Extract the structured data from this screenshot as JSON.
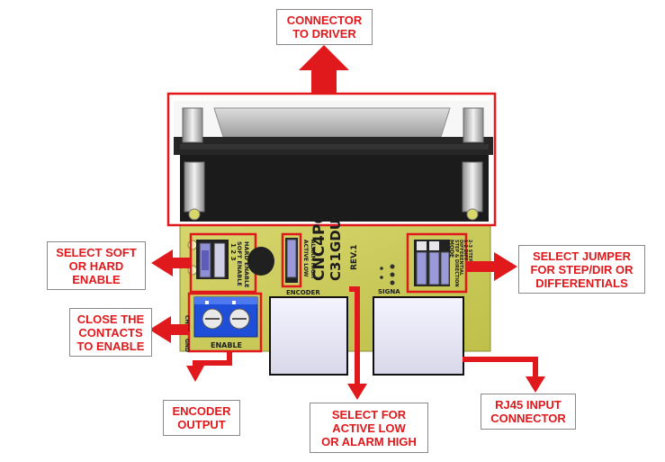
{
  "labels": {
    "connector_driver": [
      "CONNECTOR",
      "TO DRIVER"
    ],
    "soft_hard": [
      "SELECT SOFT",
      "OR HARD",
      "ENABLE"
    ],
    "close_contacts": [
      "CLOSE THE",
      "CONTACTS",
      "TO ENABLE"
    ],
    "step_dir": [
      "SELECT JUMPER",
      "FOR STEP/DIR OR",
      "DIFFERENTIALS"
    ],
    "encoder_output": [
      "ENCODER",
      "OUTPUT"
    ],
    "active_low": [
      "SELECT FOR",
      "ACTIVE LOW",
      "OR ALARM HIGH"
    ],
    "rj45": [
      "Rj45 INPUT",
      "CONNECTOR"
    ]
  },
  "board": {
    "title": "CNC4PC",
    "model": "C31GDU",
    "rev": "REV.1",
    "enable_silk": "ENABLE",
    "encoder_silk": "ENCODER",
    "signal_silk": "SIGNA",
    "jumper_soft": "SOFT ENABLE",
    "jumper_hard": "HARD ENABLE",
    "jumper_active": "ACTIVE LOW",
    "jumper_alarm": "ALARM HIGH",
    "mode_silk": "MODE",
    "mode_1": "STEP & DIRECTION",
    "mode_2": "DIFFERENTIAL",
    "mode_3": "1-2 DIFF",
    "mode_4": "2-3 STEP DIR",
    "pins_123": "1 2 3",
    "chck": "CHCK",
    "gnd": "GND"
  },
  "colors": {
    "accent_red": "#e0191c",
    "pcb_green": "#c8c95a",
    "connector_black": "#1b1b1b"
  }
}
